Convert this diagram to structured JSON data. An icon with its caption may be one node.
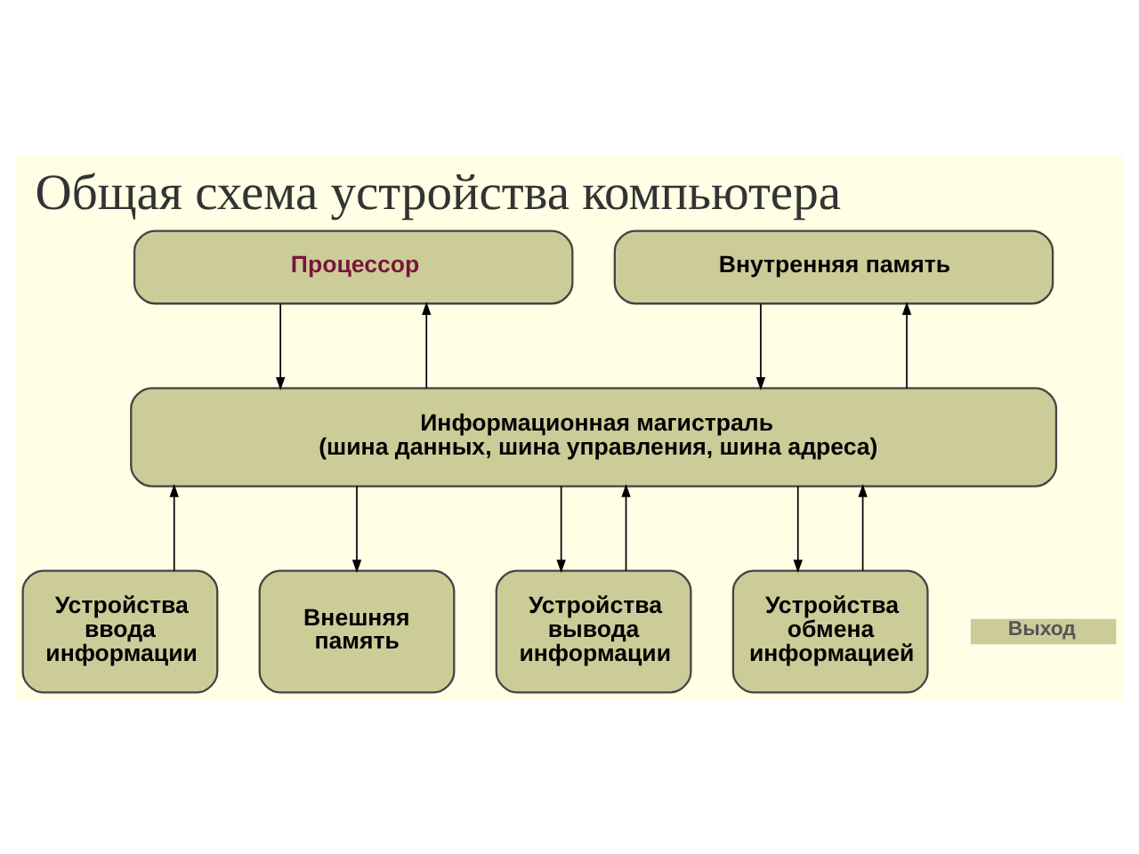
{
  "diagram": {
    "title": "Общая схема устройства компьютера",
    "nodes": [
      {
        "text": [
          "Процессор"
        ]
      },
      {
        "text": [
          "Внутренняя память"
        ]
      },
      {
        "text": [
          "Информационная магистраль",
          "(шина данных, шина управления, шина адреса)"
        ]
      },
      {
        "text": [
          "Устройства ввода информации"
        ]
      },
      {
        "text": [
          "Внешняя память"
        ]
      },
      {
        "text": [
          "Устройства вывода информации"
        ]
      },
      {
        "text": [
          "Устройства обмена информацией"
        ]
      }
    ],
    "edges": [
      {
        "from": 0,
        "to": 2,
        "arrow": "to"
      },
      {
        "from": 2,
        "to": 0,
        "arrow": "to"
      },
      {
        "from": 1,
        "to": 2,
        "arrow": "to"
      },
      {
        "from": 2,
        "to": 1,
        "arrow": "to"
      },
      {
        "from": 3,
        "to": 2,
        "arrow": "to"
      },
      {
        "from": 2,
        "to": 4,
        "arrow": "to"
      },
      {
        "from": 2,
        "to": 5,
        "arrow": "to"
      },
      {
        "from": 5,
        "to": 2,
        "arrow": "to"
      },
      {
        "from": 2,
        "to": 6,
        "arrow": "to"
      },
      {
        "from": 6,
        "to": 2,
        "arrow": "to"
      }
    ],
    "labels": [
      "Выход"
    ]
  }
}
